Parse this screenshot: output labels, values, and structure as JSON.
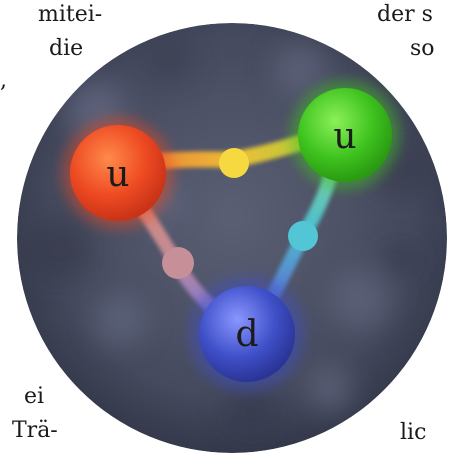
{
  "text_fragments": {
    "top_left_1": "mitei-",
    "top_left_2": "die",
    "top_left_3": ",",
    "top_right_1": "der s",
    "top_right_2": "so",
    "bottom_left_1": "ei",
    "bottom_left_2": "Trä-",
    "bottom_right_1": "lic"
  },
  "quarks": [
    {
      "label": "u",
      "color": "#ee4a22"
    },
    {
      "label": "u",
      "color": "#3fc41f"
    },
    {
      "label": "d",
      "color": "#3f50c9"
    }
  ],
  "gluon_colors": {
    "red_green": "#f5c533",
    "green_blue": "#4fc6d2",
    "blue_red": "#c98f9b"
  },
  "background_color": "#454a5e"
}
